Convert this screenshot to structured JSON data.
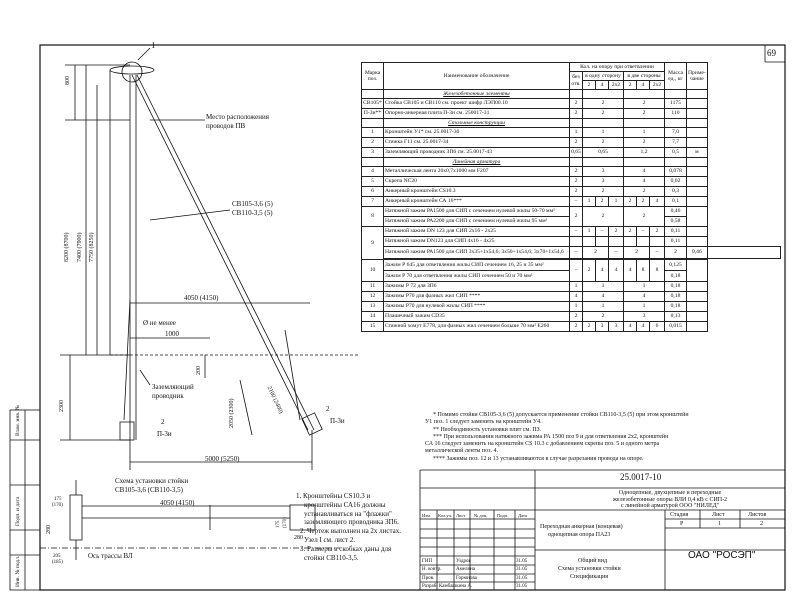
{
  "sheet_number": "69",
  "drawing": {
    "callout_I": "I",
    "pv_location_label_1": "Место расположения",
    "pv_location_label_2": "проводов ПВ",
    "dim_800": "800",
    "dim_8200": "8200 (8700)",
    "dim_7400": "7400 (7900)",
    "dim_7750": "7750 (8250)",
    "dim_4050": "4050 (4150)",
    "pole_label_1": "СВ105-3,6 (5)",
    "pole_label_2": "СВ110-3,5 (5)",
    "min_label": "Ø не менее",
    "dim_1000": "1000",
    "dim_200": "200",
    "ground_label_1": "Заземляющий",
    "ground_label_2": "проводник",
    "dim_2300": "2300",
    "dim_2100": "2100 (2400)",
    "dim_2050": "2050 (2300)",
    "callout_2a": "2",
    "plate_label_a": "П-3и",
    "callout_2b": "2",
    "plate_label_b": "П-3и",
    "dim_5000": "5000 (5250)"
  },
  "scheme": {
    "title_1": "Схема установки стойки",
    "title_2": "СВ105-3,6 (СВ110-3,5)",
    "dim_175a": "175",
    "dim_170a": "(170)",
    "dim_4050b": "4050 (4150)",
    "dim_280a": "280",
    "dim_175b": "175",
    "dim_170b": "(170)",
    "dim_280b": "280",
    "dim_205": "205",
    "dim_185": "(185)",
    "axis_label": "Ось трассы ВЛ"
  },
  "scheme_notes": [
    "1. Кронштейны CS10.3 и",
    "кронштейны СА16 должны",
    "устанавливаться на \"флажки\"",
    "заземляющего проводника ЗП6.",
    "2. Чертеж выполнен на 2х листах.",
    "Узел I см. лист 2.",
    "3. Размеры в скобках даны для",
    "стойки СВ110-3,5."
  ],
  "table": {
    "h_mark": "Марка поз.",
    "h_name": "Наименование обозначение",
    "h_qty": "Кол. на опору при ответвлении",
    "h_none": "без отв.",
    "h_one": "в одну сторону",
    "h_two": "в две стороны",
    "h_mass": "Масса ед., кг",
    "h_note": "Приме- чание",
    "sub": [
      "2",
      "4",
      "2х2",
      "2",
      "4",
      "2х2"
    ],
    "sections": {
      "s1": "Железобетонные элементы",
      "s2": "Стальные конструкции",
      "s3": "Линейная арматура"
    },
    "rows": {
      "cb105": [
        "СВ105*",
        "Стойка СВ105 и СВ110 см. проект шифр ЛЭП00.10",
        "2",
        "2",
        "2",
        "1175",
        ""
      ],
      "p3i": [
        "П-3и**",
        "Опорно-анкерная плита П-3и см. 250017-31",
        "2",
        "2",
        "2",
        "110",
        ""
      ],
      "r1": [
        "1",
        "Кронштейн У1* см. 25.0017-36",
        "1",
        "1",
        "1",
        "7,0",
        ""
      ],
      "r2": [
        "2",
        "Стяжка Г11 см. 25.0017-34",
        "2",
        "2",
        "2",
        "7,7",
        ""
      ],
      "r3": [
        "3",
        "Заземляющий проводник ЗП6 см. 25.0017-43",
        "0,65",
        "0,65",
        "1,2",
        "0,5",
        "м"
      ],
      "r4": [
        "4",
        "Металлическая лента 20х0,7х1000 мм F207",
        "2",
        "3",
        "4",
        "0,078",
        ""
      ],
      "r5": [
        "5",
        "Скрепа NC20",
        "2",
        "3",
        "4",
        "0,02",
        ""
      ],
      "r6": [
        "6",
        "Анкерный кронштейн CS10.3",
        "2",
        "2",
        "2",
        "0,3",
        ""
      ],
      "r7": [
        "7",
        "Анкерный кронштейн СА 16***",
        "–",
        "1",
        "2",
        "1",
        "2",
        "2",
        "4",
        "0,1",
        ""
      ],
      "r8a": [
        "8",
        "Натяжной зажим РА1500 для СИП с сечением нулевой жилы 50-70 мм²",
        "2",
        "2",
        "2",
        "0,46"
      ],
      "r8b": [
        "Натяжной зажим РА2200 для СИП с сечением нулевой жилы 95 мм²",
        "0,58"
      ],
      "r9a": [
        "9",
        "Натяжной зажим DN 123 для СИП 2х16 - 2х25",
        "–",
        "1",
        "–",
        "2",
        "2",
        "–",
        "2",
        "0,11"
      ],
      "r9b": [
        "Натяжной зажим DN123 для СИП 4х16 - 4х25",
        "0,11"
      ],
      "r9c": [
        "Натяжной зажим РА1500 для СИП 3х35+1х54,6; 3х50+1х54,6; 3х70+1х54,6",
        "–",
        "2",
        "–",
        "2",
        "–",
        "2",
        "0,46"
      ],
      "r10a": [
        "10",
        "Зажим Р 645 для ответвления жилы СИП сечением 16, 25 и 35 мм²",
        "–",
        "2",
        "4",
        "4",
        "4",
        "8",
        "8",
        "0,125"
      ],
      "r10b": [
        "Зажим Р 70 для ответвления жилы СИП сечением 50 и 70 мм²",
        "0,18"
      ],
      "r11": [
        "11",
        "Зажимы Р 72 для ЗП6",
        "1",
        "1",
        "1",
        "0,18",
        ""
      ],
      "r12": [
        "12",
        "Зажимы Р70 для фазных жил СИП ****",
        "4",
        "4",
        "4",
        "0,18",
        ""
      ],
      "r13": [
        "13",
        "Зажимы Р70 для нулевой жилы СИП ****",
        "1",
        "1",
        "1",
        "0,18",
        ""
      ],
      "r14": [
        "14",
        "Плашечный зажим CD35",
        "2",
        "2",
        "3",
        "0,13",
        ""
      ],
      "r15": [
        "15",
        "Стяжной хомут Е778, для фазных жил сечением больше 70 мм² Е260",
        "2",
        "2",
        "3",
        "3",
        "4",
        "4",
        "6",
        "0,015",
        ""
      ]
    }
  },
  "notes": [
    "* Помимо стойки СВ105-3,6 (5) допускается применение стойки СВ110-3,5 (5) при этом кронштейн",
    "У1 поз. 1 следует заменить на кронштейн У4.",
    "** Необходимость установки плит см. ПЗ.",
    "*** При использовании натяжного зажима РА 1500 поз 9 и для ответвления 2х2, кронштейн",
    "СА 16 следует заменить на кронштейн CS 10.3 с добавлением скрепы поз. 5 и одного метра",
    "металлической ленты поз. 4.",
    "**** Зажимы поз. 12 и 13 устанавливаются в случае разрезания провода на опоре."
  ],
  "title_block": {
    "code": "25.0017-10",
    "desc_1": "Одноцепные, двухцепные и переходные",
    "desc_2": "железобетонные опоры ВЛИ 0,4 кВ с СИП-2",
    "desc_3": "с линейной арматурой ООО \"НИЛЕД\"",
    "name_1": "Переходная анкерная (концевая)",
    "name_2": "одноцепная опора ПА23",
    "name_3": "Общий вид",
    "name_4": "Схема установки стойки",
    "name_5": "Спецификация",
    "stage_h": "Стадия",
    "sheet_h": "Лист",
    "sheets_h": "Листов",
    "stage": "Р",
    "sheet": "1",
    "sheets": "2",
    "company": "ОАО \"РОСЭП\"",
    "cols": [
      "Изм.",
      "Кол.уч.",
      "Лист",
      "№ док.",
      "Подп.",
      "Дата"
    ],
    "people": [
      [
        "ГИП",
        "Уздров",
        "31.05"
      ],
      [
        "Н. контр.",
        "Амелина",
        "31.05"
      ],
      [
        "Пров.",
        "Горюнова",
        "31.05"
      ],
      [
        "Разраб.",
        "Камбашкина А.",
        "31.05"
      ]
    ]
  },
  "side_stamp": [
    "Взам. инв. №",
    "Подп. и дата",
    "Инв. № подл."
  ]
}
